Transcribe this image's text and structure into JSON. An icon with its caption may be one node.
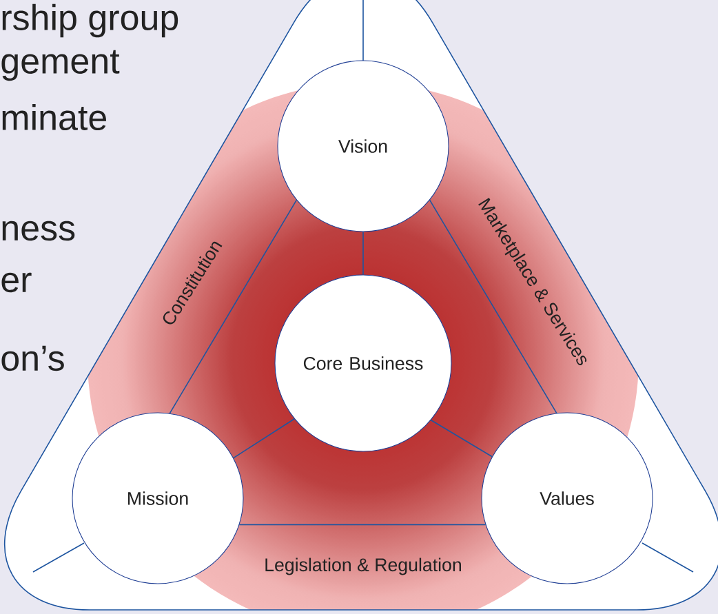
{
  "diagram": {
    "nodes": [
      {
        "text": [
          "Vision"
        ]
      },
      {
        "text": [
          "Core Business"
        ]
      },
      {
        "text": [
          "Mission"
        ]
      },
      {
        "text": [
          "Values"
        ]
      }
    ],
    "edges": [
      {
        "from": 0,
        "to": 1,
        "arrow": "none"
      },
      {
        "from": 1,
        "to": 2,
        "arrow": "none"
      },
      {
        "from": 1,
        "to": 3,
        "arrow": "none"
      },
      {
        "from": 0,
        "to": 2,
        "arrow": "none"
      },
      {
        "from": 0,
        "to": 3,
        "arrow": "none"
      },
      {
        "from": 2,
        "to": 3,
        "arrow": "none"
      }
    ],
    "labels": [
      "rship group",
      "gement",
      "minate",
      "ness",
      "er",
      "on’s",
      "Constitution",
      "Marketplace & Services",
      "Legislation & Regulation"
    ]
  }
}
